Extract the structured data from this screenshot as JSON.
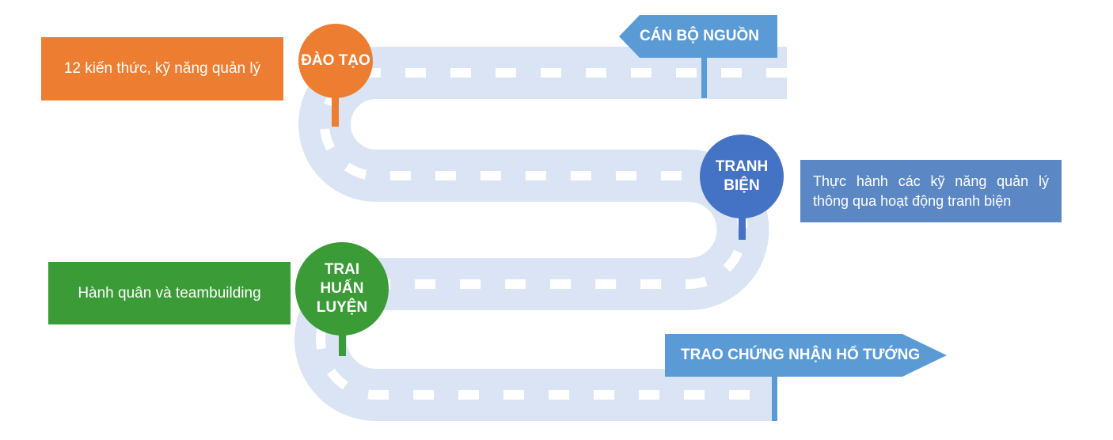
{
  "colors": {
    "road": "#dbe4f4",
    "dash": "#ffffff",
    "orange": "#ed7d31",
    "green": "#3b9b36",
    "blue_dark": "#4472c4",
    "blue_box": "#5b87c5",
    "sign_blue": "#5b9bd5"
  },
  "signs": {
    "start": "CÁN BỘ NGUỒN",
    "end": "TRAO CHỨNG NHẬN HỔ TƯỚNG"
  },
  "stages": {
    "training": {
      "pin": [
        "ĐÀO TẠO"
      ],
      "description": "12 kiến thức, kỹ năng quản lý"
    },
    "debate": {
      "pin": [
        "TRANH",
        "BIỆN"
      ],
      "description": "Thực hành các kỹ năng quản lý thông qua hoạt động tranh biện"
    },
    "camp": {
      "pin": [
        "TRAI",
        "HUẤN",
        "LUYỆN"
      ],
      "description": "Hành quân và teambuilding"
    }
  }
}
